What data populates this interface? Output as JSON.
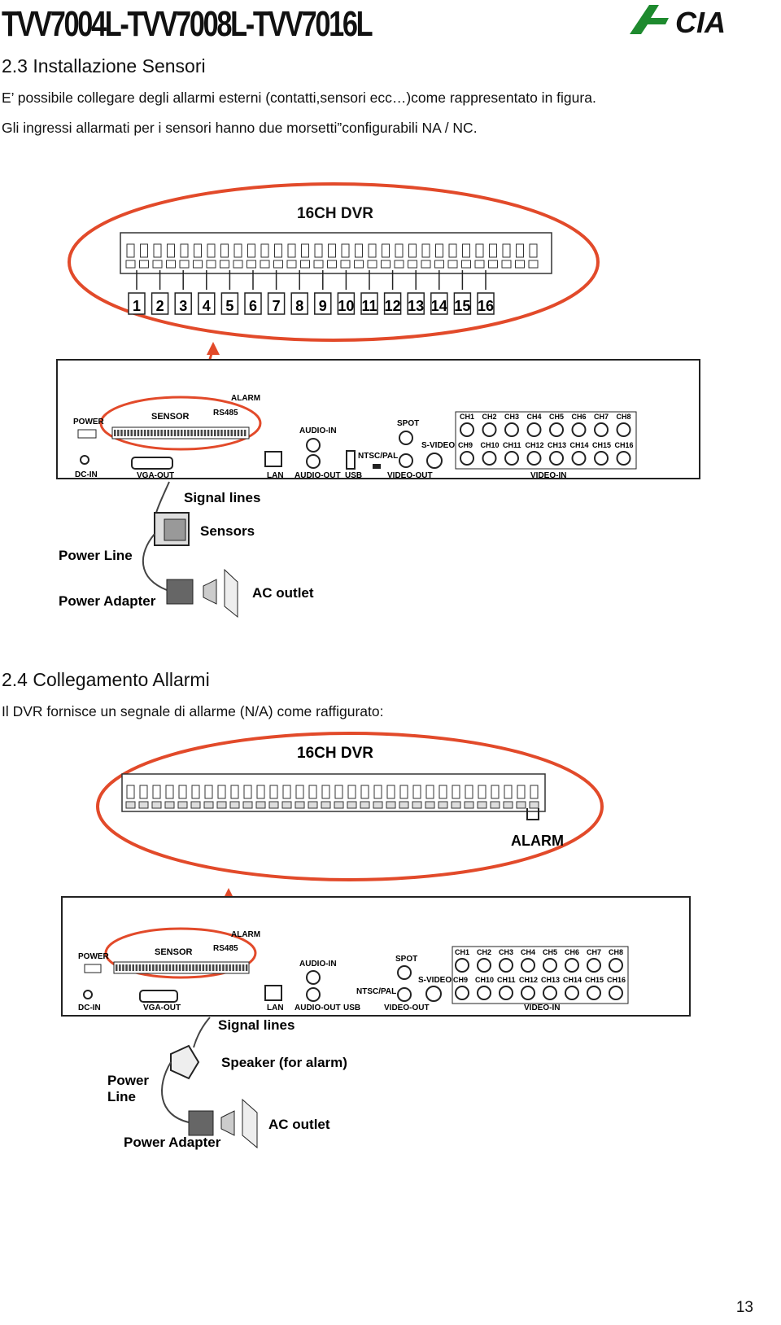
{
  "header": {
    "title": "TVV7004L-TVV7008L-TVV7016L",
    "logo_text": "CIA",
    "logo_color": "#1e8a2e"
  },
  "section1": {
    "heading": "2.3  Installazione Sensori",
    "line1": "E’ possibile collegare degli allarmi esterni (contatti,sensori ecc…)come rappresentato in figura.",
    "line2": "Gli ingressi allarmati per i sensori hanno due morsetti”configurabili NA / NC."
  },
  "figure1": {
    "dvr_label": "16CH DVR",
    "sensor_numbers": [
      "1",
      "2",
      "3",
      "4",
      "5",
      "6",
      "7",
      "8",
      "9",
      "10",
      "11",
      "12",
      "13",
      "14",
      "15",
      "16"
    ],
    "panel": {
      "power": "POWER",
      "dc_in": "DC-IN",
      "sensor": "SENSOR",
      "rs485": "RS485",
      "alarm": "ALARM",
      "vga_out": "VGA-OUT",
      "lan": "LAN",
      "audio_in": "AUDIO-IN",
      "audio_out": "AUDIO-OUT",
      "usb": "USB",
      "ntsc_pal": "NTSC/PAL",
      "spot": "SPOT",
      "s_video": "S-VIDEO",
      "video_out": "VIDEO-OUT",
      "video_in": "VIDEO-IN",
      "channels_top": [
        "CH1",
        "CH2",
        "CH3",
        "CH4",
        "CH5",
        "CH6",
        "CH7",
        "CH8"
      ],
      "channels_bottom": [
        "CH9",
        "CH10",
        "CH11",
        "CH12",
        "CH13",
        "CH14",
        "CH15",
        "CH16"
      ]
    },
    "signal_lines": "Signal lines",
    "sensors": "Sensors",
    "power_line": "Power Line",
    "power_adapter": "Power Adapter",
    "ac_outlet": "AC outlet"
  },
  "section2": {
    "heading": "2.4  Collegamento Allarmi",
    "line1": "Il DVR fornisce un segnale di allarme (N/A) come raffigurato:"
  },
  "figure2": {
    "dvr_label": "16CH DVR",
    "alarm_label": "ALARM",
    "signal_lines": "Signal lines",
    "speaker": "Speaker (for alarm)",
    "power_line_1": "Power",
    "power_line_2": "Line",
    "power_adapter": "Power Adapter",
    "ac_outlet": "AC outlet"
  },
  "colors": {
    "accent_red": "#e24a2a"
  },
  "page_number": "13"
}
